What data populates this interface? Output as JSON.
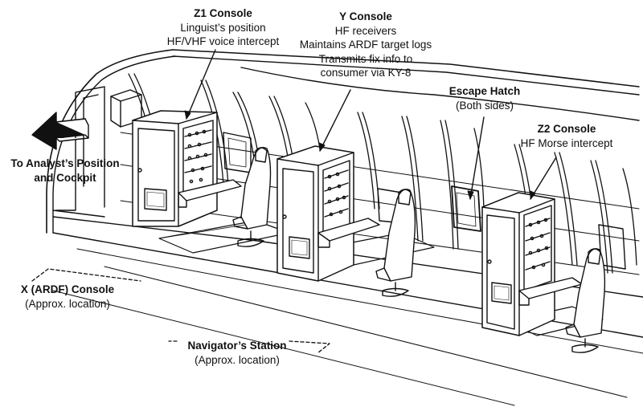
{
  "labels": {
    "z1": {
      "title": "Z1 Console",
      "lines": [
        "Linguist’s position",
        "HF/VHF voice intercept"
      ]
    },
    "y": {
      "title": "Y Console",
      "lines": [
        "HF receivers",
        "Maintains ARDF target logs",
        "Transmits fix info to",
        "consumer via KY-8"
      ]
    },
    "hatch": {
      "title": "Escape Hatch",
      "lines": [
        "(Both sides)"
      ]
    },
    "z2": {
      "title": "Z2 Console",
      "lines": [
        "HF Morse intercept"
      ]
    },
    "analyst": {
      "title": "To Analyst’s Position",
      "lines": [
        "and Cockpit"
      ]
    },
    "x": {
      "title": "X (ARDF) Console",
      "lines": [
        "(Approx. location)"
      ]
    },
    "nav": {
      "title": "Navigator’s Station",
      "lines": [
        "(Approx. location)"
      ]
    }
  }
}
